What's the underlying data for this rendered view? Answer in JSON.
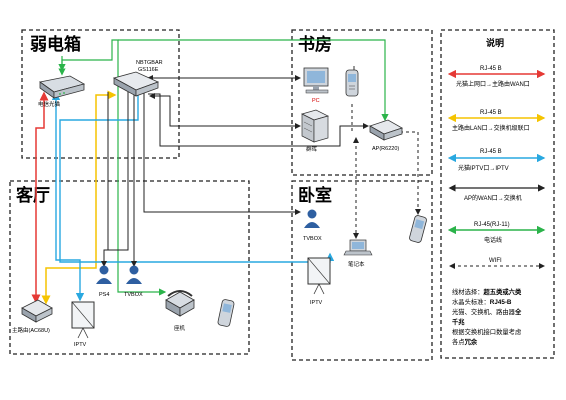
{
  "rooms": {
    "weak_box": "弱电箱",
    "study": "书房",
    "living": "客厅",
    "bedroom": "卧室"
  },
  "devices": {
    "switch_model_1": "NBTGBAR",
    "switch_model_2": "GS116E",
    "modem": "电信光猫",
    "pc": "PC",
    "server": "群晖",
    "ap_study": "AP(R6220)",
    "tvbox_bedroom": "TVBOX",
    "laptop": "笔记本",
    "iptv_bedroom": "IPTV",
    "ps4": "PS4",
    "tvbox_living": "TVBOX",
    "phone": "座机",
    "router": "主路由(AC68U)",
    "iptv_living": "IPTV"
  },
  "legend": {
    "title": "说明",
    "items": [
      {
        "cable": "RJ-45 B",
        "desc": "光猫上网口→主路由WAN口",
        "color": "#e53935"
      },
      {
        "cable": "RJ-45 B",
        "desc": "主路由LAN口→交换机级联口",
        "color": "#f5c400"
      },
      {
        "cable": "RJ-45 B",
        "desc": "光猫IPTV口→IPTV",
        "color": "#29a8e0"
      },
      {
        "cable": "",
        "desc": "AP的WAN口→交换机",
        "color": "#222222"
      },
      {
        "cable": "RJ-45(RJ-11)",
        "desc": "电话线",
        "color": "#2bb34a"
      },
      {
        "cable": "WIFI",
        "desc": "",
        "color": "#222222"
      }
    ]
  },
  "notes": {
    "line1_a": "线材选择：",
    "line1_b": "超五类或六类",
    "line2_a": "水晶头标准：",
    "line2_b": "RJ45-B",
    "line3_a": "光猫、交换机、路由器",
    "line3_b": "全",
    "line4_b": "千兆",
    "line5_a": "根据交换机接口数量考虑",
    "line6_a": "各点",
    "line6_b": "冗余"
  },
  "colors": {
    "red": "#e53935",
    "yellow": "#f5c400",
    "blue": "#29a8e0",
    "green": "#2bb34a",
    "black": "#222222"
  }
}
